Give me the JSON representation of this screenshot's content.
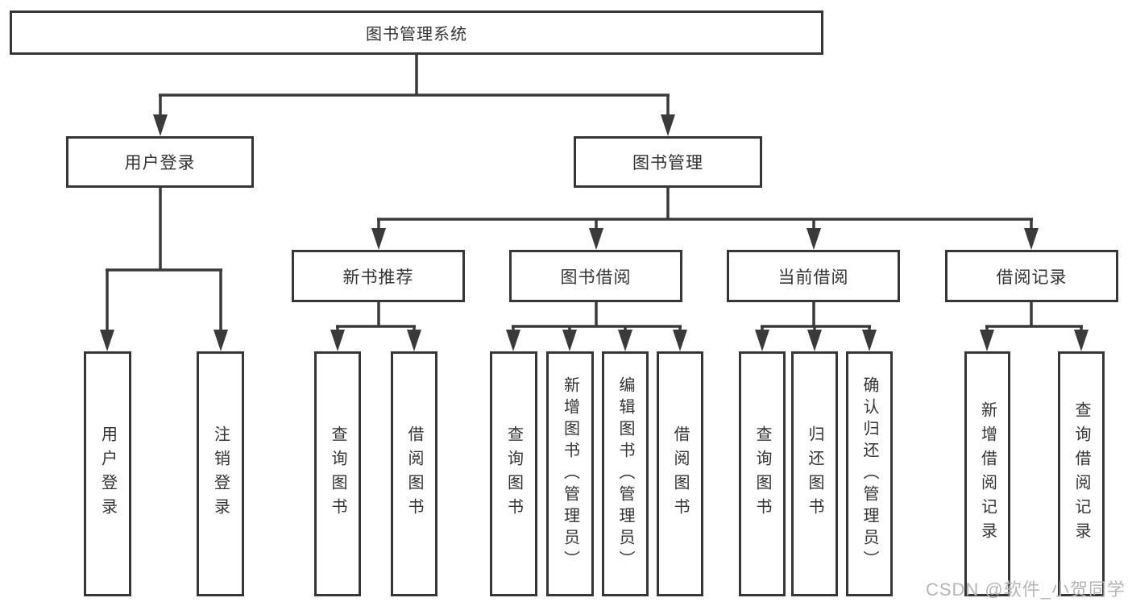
{
  "diagram": {
    "type": "hierarchy-tree",
    "colors": {
      "line": "#3a3a3a",
      "border": "#363636",
      "text": "#333333",
      "watermark_color": "#b5b5b5",
      "background": "#ffffff"
    },
    "tree": {
      "label": "图书管理系统",
      "children": [
        {
          "label": "用户登录",
          "children": [
            {
              "label": "用户登录"
            },
            {
              "label": "注销登录"
            }
          ]
        },
        {
          "label": "图书管理",
          "children": [
            {
              "label": "新书推荐",
              "children": [
                {
                  "label": "查询图书"
                },
                {
                  "label": "借阅图书"
                }
              ]
            },
            {
              "label": "图书借阅",
              "children": [
                {
                  "label": "查询图书"
                },
                {
                  "label": "新增图书（管理员）"
                },
                {
                  "label": "编辑图书（管理员）"
                },
                {
                  "label": "借阅图书"
                }
              ]
            },
            {
              "label": "当前借阅",
              "children": [
                {
                  "label": "查询图书"
                },
                {
                  "label": "归还图书"
                },
                {
                  "label": "确认归还（管理员）"
                }
              ]
            },
            {
              "label": "借阅记录",
              "children": [
                {
                  "label": "新增借阅记录"
                },
                {
                  "label": "查询借阅记录"
                }
              ]
            }
          ]
        }
      ]
    },
    "watermark": "CSDN @软件_小贺同学"
  }
}
